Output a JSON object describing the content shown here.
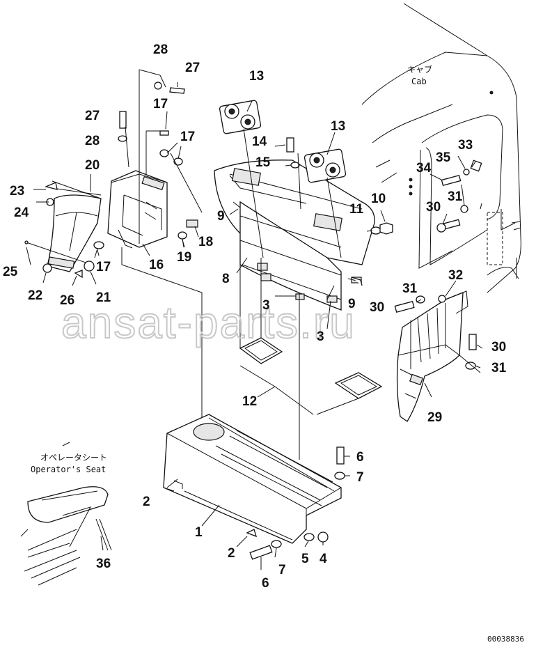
{
  "diagram": {
    "watermark": "ansat-parts.ru",
    "drawing_code": "00038836",
    "notes": {
      "cab_jp": "キャブ",
      "cab_en": "Cab",
      "seat_jp": "オペレータシート",
      "seat_en": "Operator's Seat"
    },
    "callouts": [
      {
        "id": "c28a",
        "text": "28"
      },
      {
        "id": "c27a",
        "text": "27"
      },
      {
        "id": "c27b",
        "text": "27"
      },
      {
        "id": "c28b",
        "text": "28"
      },
      {
        "id": "c17a",
        "text": "17"
      },
      {
        "id": "c17b",
        "text": "17"
      },
      {
        "id": "c20",
        "text": "20"
      },
      {
        "id": "c23",
        "text": "23"
      },
      {
        "id": "c24",
        "text": "24"
      },
      {
        "id": "c25",
        "text": "25"
      },
      {
        "id": "c22",
        "text": "22"
      },
      {
        "id": "c26",
        "text": "26"
      },
      {
        "id": "c21",
        "text": "21"
      },
      {
        "id": "c17c",
        "text": "17"
      },
      {
        "id": "c16",
        "text": "16"
      },
      {
        "id": "c19",
        "text": "19"
      },
      {
        "id": "c18",
        "text": "18"
      },
      {
        "id": "c13a",
        "text": "13"
      },
      {
        "id": "c13b",
        "text": "13"
      },
      {
        "id": "c14",
        "text": "14"
      },
      {
        "id": "c15",
        "text": "15"
      },
      {
        "id": "c9a",
        "text": "9"
      },
      {
        "id": "c11",
        "text": "11"
      },
      {
        "id": "c10",
        "text": "10"
      },
      {
        "id": "c8",
        "text": "8"
      },
      {
        "id": "c3a",
        "text": "3"
      },
      {
        "id": "c9b",
        "text": "9"
      },
      {
        "id": "c3b",
        "text": "3"
      },
      {
        "id": "c12",
        "text": "12"
      },
      {
        "id": "c33",
        "text": "33"
      },
      {
        "id": "c35",
        "text": "35"
      },
      {
        "id": "c34",
        "text": "34"
      },
      {
        "id": "c31a",
        "text": "31"
      },
      {
        "id": "c30a",
        "text": "30"
      },
      {
        "id": "c32",
        "text": "32"
      },
      {
        "id": "c31b",
        "text": "31"
      },
      {
        "id": "c30b",
        "text": "30"
      },
      {
        "id": "c30c",
        "text": "30"
      },
      {
        "id": "c31c",
        "text": "31"
      },
      {
        "id": "c29",
        "text": "29"
      },
      {
        "id": "c6a",
        "text": "6"
      },
      {
        "id": "c7a",
        "text": "7"
      },
      {
        "id": "c2a",
        "text": "2"
      },
      {
        "id": "c1",
        "text": "1"
      },
      {
        "id": "c2b",
        "text": "2"
      },
      {
        "id": "c5",
        "text": "5"
      },
      {
        "id": "c4",
        "text": "4"
      },
      {
        "id": "c7b",
        "text": "7"
      },
      {
        "id": "c6b",
        "text": "6"
      },
      {
        "id": "c36",
        "text": "36"
      }
    ]
  }
}
